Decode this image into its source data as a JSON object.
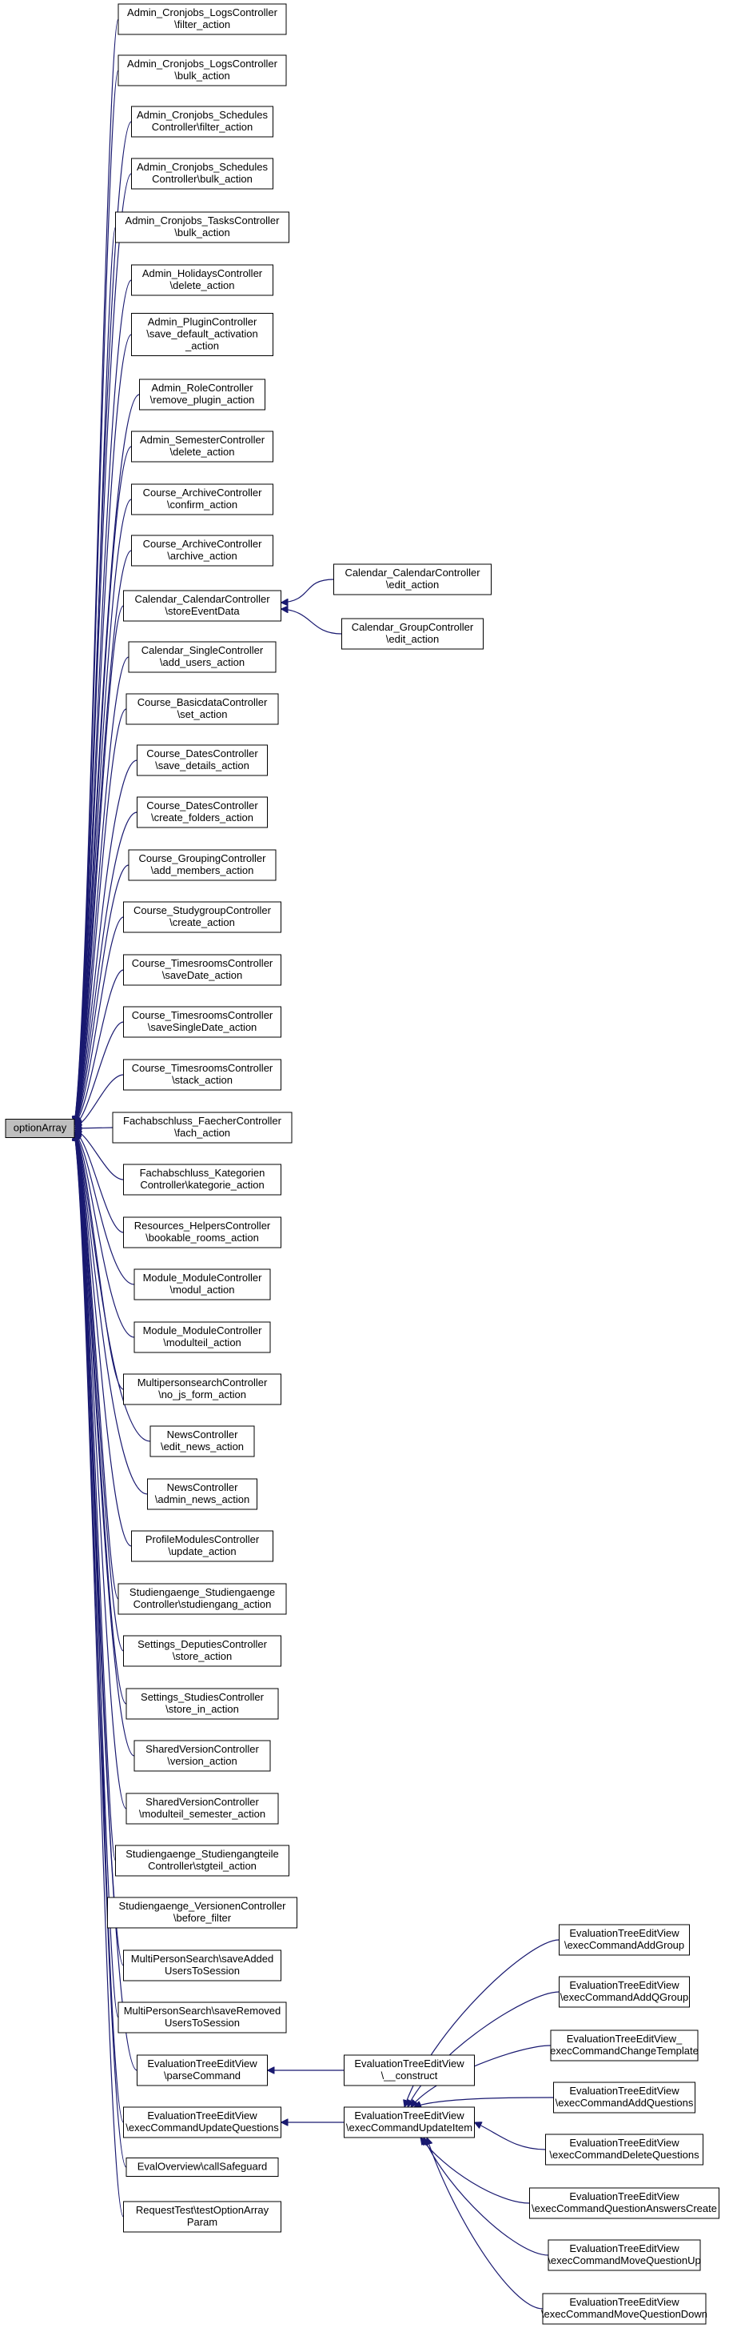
{
  "graph": {
    "root": "optionArray",
    "callers": [
      "Admin_Cronjobs_LogsController\\filter_action",
      "Admin_Cronjobs_LogsController\\bulk_action",
      "Admin_Cronjobs_Schedules\nController\\filter_action",
      "Admin_Cronjobs_Schedules\nController\\bulk_action",
      "Admin_Cronjobs_TasksController\\bulk_action",
      "Admin_HolidaysController\\delete_action",
      "Admin_PluginController\\save_default_activation_action",
      "Admin_RoleController\\remove_plugin_action",
      "Admin_SemesterController\\delete_action",
      "Course_ArchiveController\\confirm_action",
      "Course_ArchiveController\\archive_action",
      "Calendar_CalendarController\\storeEventData",
      "Calendar_SingleController\\add_users_action",
      "Course_BasicdataController\\set_action",
      "Course_DatesController\\save_details_action",
      "Course_DatesController\\create_folders_action",
      "Course_GroupingController\\add_members_action",
      "Course_StudygroupController\\create_action",
      "Course_TimesroomsController\\saveDate_action",
      "Course_TimesroomsController\\saveSingleDate_action",
      "Course_TimesroomsController\\stack_action",
      "Fachabschluss_FaecherController\\fach_action",
      "Fachabschluss_Kategorien\nController\\kategorie_action",
      "Resources_HelpersController\\bookable_rooms_action",
      "Module_ModuleController\\modul_action",
      "Module_ModuleController\\modulteil_action",
      "MultipersonsearchController\\no_js_form_action",
      "NewsController\\edit_news_action",
      "NewsController\\admin_news_action",
      "ProfileModulesController\\update_action",
      "Studiengaenge_Studiengaenge\nController\\studiengang_action",
      "Settings_DeputiesController\\store_action",
      "Settings_StudiesController\\store_in_action",
      "SharedVersionController\\version_action",
      "SharedVersionController\\modulteil_semester_action",
      "Studiengaenge_Studiengangteile\nController\\stgteil_action",
      "Studiengaenge_VersionenController\\before_filter",
      "MultiPersonSearch\\saveAdded\nUsersToSession",
      "MultiPersonSearch\\saveRemoved\nUsersToSession",
      "EvaluationTreeEditView\\parseCommand",
      "EvaluationTreeEditView\\execCommandUpdateQuestions",
      "EvalOverview\\callSafeguard",
      "RequestTest\\testOptionArray\nParam"
    ],
    "calendar_callers": [
      "Calendar_CalendarController\\edit_action",
      "Calendar_GroupController\\edit_action"
    ],
    "construct": "EvaluationTreeEditView\\__construct",
    "update_item": "EvaluationTreeEditView\\execCommandUpdateItem",
    "update_item_callers": [
      "EvaluationTreeEditView\\execCommandAddGroup",
      "EvaluationTreeEditView\\execCommandAddQGroup",
      "EvaluationTreeEditView_\nexecCommandChangeTemplate",
      "EvaluationTreeEditView\\execCommandAddQuestions",
      "EvaluationTreeEditView\\execCommandDeleteQuestions",
      "EvaluationTreeEditView\\execCommandQuestionAnswersCreate",
      "EvaluationTreeEditView\\execCommandMoveQuestionUp",
      "EvaluationTreeEditView\\execCommandMoveQuestionDown"
    ]
  }
}
